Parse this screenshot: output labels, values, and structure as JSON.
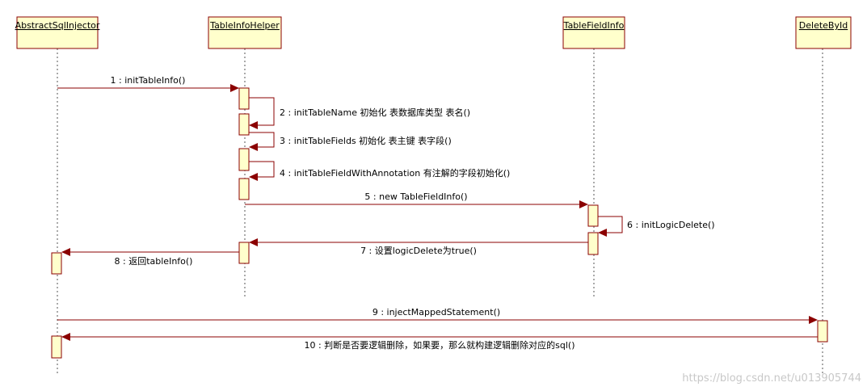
{
  "lifelines": [
    {
      "id": "asi",
      "name": "AbstractSqlInjector"
    },
    {
      "id": "tih",
      "name": "TableInfoHelper"
    },
    {
      "id": "tfi",
      "name": "TableFieldInfo"
    },
    {
      "id": "dbi",
      "name": "DeleteById"
    }
  ],
  "messages": [
    {
      "label": "1 : initTableInfo()",
      "from": "AbstractSqlInjector",
      "to": "TableInfoHelper"
    },
    {
      "label": "2 : initTableName 初始化 表数据库类型 表名()",
      "from": "TableInfoHelper",
      "to": "TableInfoHelper"
    },
    {
      "label": "3 : initTableFields 初始化 表主键 表字段()",
      "from": "TableInfoHelper",
      "to": "TableInfoHelper"
    },
    {
      "label": "4 : initTableFieldWithAnnotation 有注解的字段初始化()",
      "from": "TableInfoHelper",
      "to": "TableInfoHelper"
    },
    {
      "label": "5 : new TableFieldInfo()",
      "from": "TableInfoHelper",
      "to": "TableFieldInfo"
    },
    {
      "label": "6 : initLogicDelete()",
      "from": "TableFieldInfo",
      "to": "TableFieldInfo"
    },
    {
      "label": "7 : 设置logicDelete为true()",
      "from": "TableFieldInfo",
      "to": "TableInfoHelper"
    },
    {
      "label": "8 : 返回tableInfo()",
      "from": "TableInfoHelper",
      "to": "AbstractSqlInjector"
    },
    {
      "label": "9 : injectMappedStatement()",
      "from": "AbstractSqlInjector",
      "to": "DeleteById"
    },
    {
      "label": "10 : 判断是否要逻辑删除，如果要，那么就构建逻辑删除对应的sql()",
      "from": "DeleteById",
      "to": "AbstractSqlInjector"
    }
  ],
  "watermark": "https://blog.csdn.net/u013905744",
  "colors": {
    "line": "#8b0000",
    "box_fill": "#ffffcc",
    "watermark": "#c8c8c8"
  }
}
